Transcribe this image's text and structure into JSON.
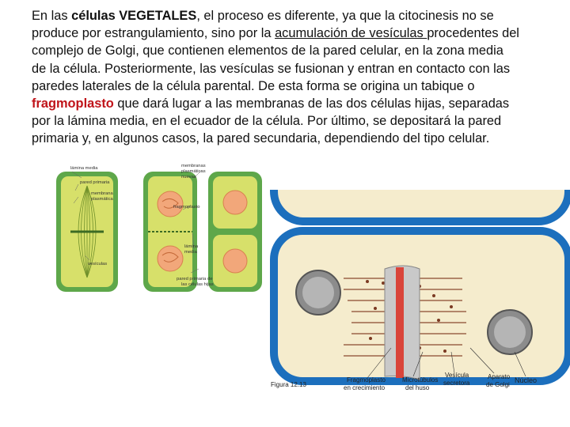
{
  "text": {
    "l1_a": "En las ",
    "l1_b": "células VEGETALES",
    "l1_c": ", el proceso es diferente, ya que la citocinesis no se",
    "l2_a": "produce por estrangulamiento, sino por la ",
    "l2_b": "acumulación de vesículas ",
    "l2_c": "procedentes del",
    "l3": "complejo de Golgi, que contienen elementos de la pared celular, en la zona media",
    "l4": "de la célula. Posteriormente, las vesículas se fusionan y entran en contacto con las",
    "l5": "paredes laterales de la célula parental. De esta forma se origina un tabique o",
    "l6_a": "fragmoplasto",
    "l6_b": " que dará lugar a las membranas de las dos células hijas, separadas",
    "l7": "por la lámina media, en el ecuador de la célula. Por último, se depositará la pared",
    "l8": "primaria y, en algunos casos, la pared secundaria, dependiendo del tipo celular."
  },
  "figure1": {
    "labels": {
      "lamina_media": "lámina media",
      "pared_primaria": "pared primaria",
      "membrana1": "membrana",
      "membrana2": "plasmática",
      "vesiculas": "vesículas",
      "nuevas1": "membranas",
      "nuevas2": "plasmáticas",
      "nuevas3": "nuevas",
      "fragmoplasto": "fragmoplasto",
      "lamina2a": "lámina",
      "lamina2b": "media",
      "pared_hijas1": "pared primaria de",
      "pared_hijas2": "las células hijas"
    },
    "colors": {
      "cytoplasm": "#d7e06a",
      "wall": "#5ea74a",
      "nucleus": "#f2a77a"
    }
  },
  "figure2": {
    "labels": {
      "figura": "Figura 12.13",
      "fragmoplasto1": "Fragmoplasto",
      "fragmoplasto2": "en crecimiento",
      "microtubulos1": "Microtúbulos",
      "microtubulos2": "del huso",
      "vesicula1": "Vesícula",
      "vesicula2": "secretora",
      "aparato1": "Aparato",
      "aparato2": "de Golgi",
      "nucleo": "Núcleo"
    },
    "colors": {
      "wall": "#1c6fbd",
      "cytoplasm": "#f5eccd",
      "fragmoplast": "#d9443a",
      "vesicle": "#7b3a22"
    }
  }
}
